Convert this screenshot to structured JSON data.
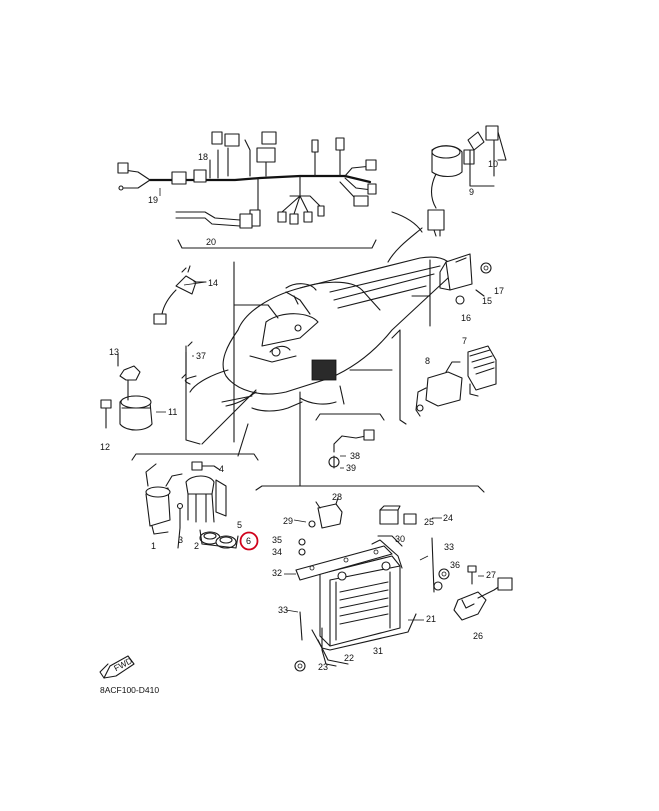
{
  "diagram": {
    "part_numbers": {
      "p1": "1",
      "p2": "2",
      "p3": "3",
      "p4": "4",
      "p5": "5",
      "p6": "6",
      "p7": "7",
      "p8": "8",
      "p9": "9",
      "p10": "10",
      "p11": "11",
      "p12": "12",
      "p13": "13",
      "p14": "14",
      "p15": "15",
      "p16": "16",
      "p17": "17",
      "p18": "18",
      "p19": "19",
      "p20": "20",
      "p21": "21",
      "p22": "22",
      "p23": "23",
      "p24": "24",
      "p25": "25",
      "p26": "26",
      "p27": "27",
      "p28": "28",
      "p29": "29",
      "p30": "30",
      "p31": "31",
      "p32": "32",
      "p33a": "33",
      "p33b": "33",
      "p34": "34",
      "p35": "35",
      "p36": "36",
      "p37": "37",
      "p38": "38",
      "p39": "39"
    },
    "fwd_label": "FWD",
    "diagram_code": "8ACF100-D410",
    "highlight_color": "#d0021b"
  }
}
